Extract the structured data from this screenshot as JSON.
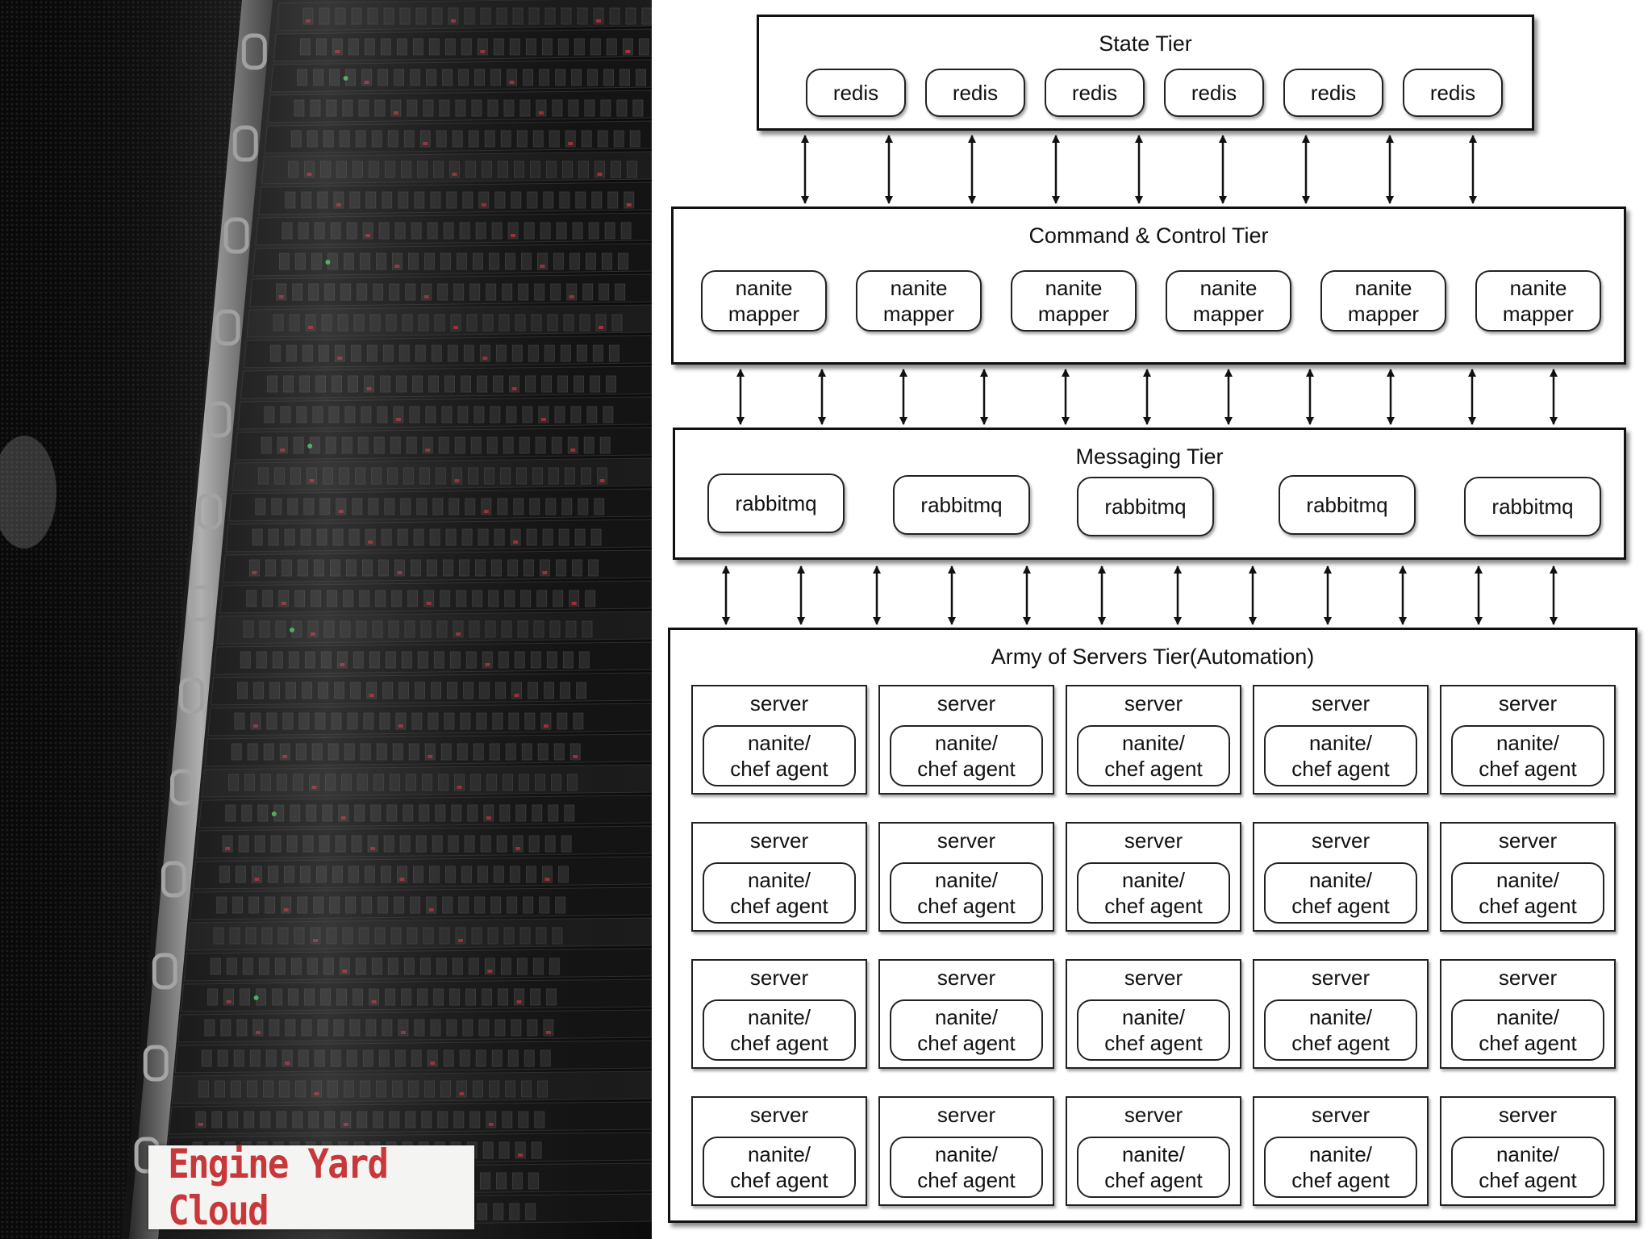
{
  "logo": {
    "text": "Engine Yard Cloud"
  },
  "state_tier": {
    "title": "State Tier",
    "nodes": [
      "redis",
      "redis",
      "redis",
      "redis",
      "redis",
      "redis"
    ]
  },
  "command_tier": {
    "title": "Command & Control Tier",
    "nodes": [
      "nanite\nmapper",
      "nanite\nmapper",
      "nanite\nmapper",
      "nanite\nmapper",
      "nanite\nmapper",
      "nanite\nmapper"
    ]
  },
  "messaging_tier": {
    "title": "Messaging Tier",
    "nodes": [
      "rabbitmq",
      "rabbitmq",
      "rabbitmq",
      "rabbitmq",
      "rabbitmq"
    ]
  },
  "army_tier": {
    "title": "Army of Servers Tier(Automation)",
    "rows": 4,
    "cols": 5,
    "server_label": "server",
    "agent_label": "nanite/\nchef agent"
  },
  "connector_counts": {
    "state_command": 9,
    "command_messaging": 11,
    "messaging_army": 12
  },
  "colors": {
    "line": "#111111",
    "logo_text": "#c8373a",
    "logo_bg": "#f4f4f2"
  }
}
